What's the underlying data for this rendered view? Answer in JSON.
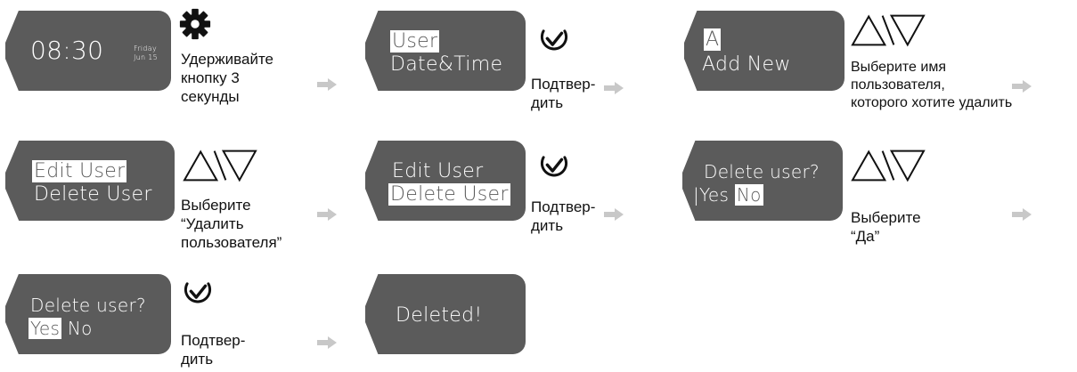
{
  "steps": [
    {
      "screen": {
        "time": "08:30",
        "day": "Friday",
        "date": "Jun 15"
      },
      "caption": [
        "Удерживайте",
        "кнопку 3",
        "секунды"
      ],
      "icon": "gear-icon"
    },
    {
      "screen": {
        "line1": "User",
        "line2": "Date&Time"
      },
      "caption": [
        "Подтвер-",
        "дить"
      ],
      "icon": "checkmark-icon"
    },
    {
      "screen": {
        "line1": "A",
        "line2": "Add New"
      },
      "caption": [
        "Выберите имя",
        "пользователя,",
        "которого хотите удалить"
      ],
      "icon": "up-down-arrows-icon"
    },
    {
      "screen": {
        "line1": "Edit User",
        "line2": "Delete User"
      },
      "caption": [
        "Выберите",
        "“Удалить",
        "пользователя”"
      ],
      "icon": "up-down-arrows-icon"
    },
    {
      "screen": {
        "line1": "Edit User",
        "line2": "Delete User"
      },
      "caption": [
        "Подтвер-",
        "дить"
      ],
      "icon": "checkmark-icon"
    },
    {
      "screen": {
        "line1": "Delete user?",
        "yes": "Yes",
        "no": "No"
      },
      "caption": [
        "Выберите",
        "“Да”"
      ],
      "icon": "up-down-arrows-icon"
    },
    {
      "screen": {
        "line1": "Delete user?",
        "yes": "Yes",
        "no": "No"
      },
      "caption": [
        "Подтвер-",
        "дить"
      ],
      "icon": "checkmark-icon"
    },
    {
      "screen": {
        "line1": "Deleted!"
      }
    }
  ],
  "colors": {
    "screen": "#5b5b5b",
    "arrow": "#c8c8c8",
    "text": "#111111"
  }
}
